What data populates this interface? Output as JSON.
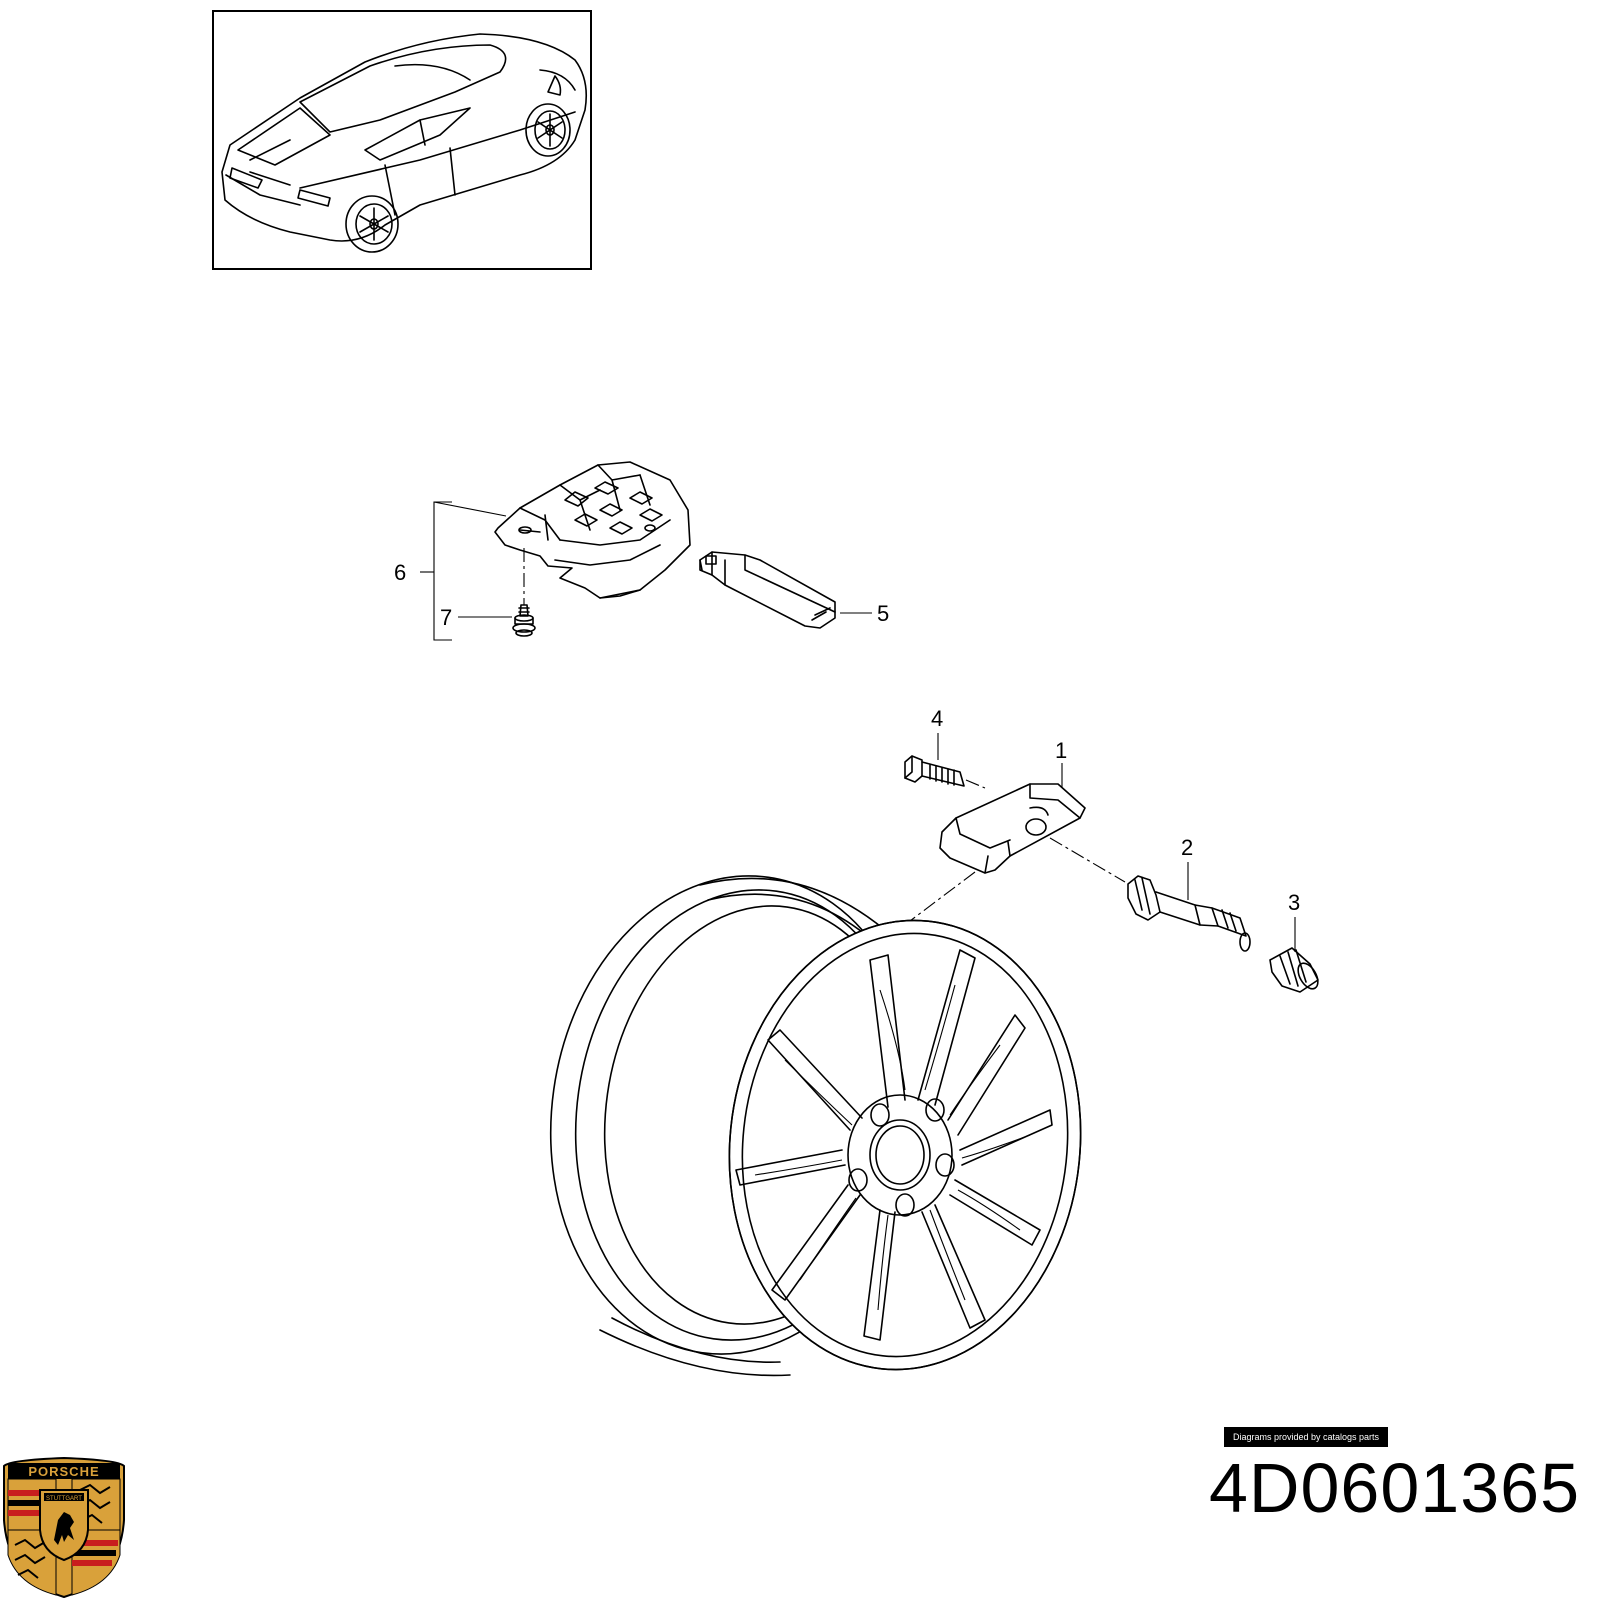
{
  "diagram": {
    "callouts": [
      {
        "id": "1",
        "label": "1"
      },
      {
        "id": "2",
        "label": "2"
      },
      {
        "id": "3",
        "label": "3"
      },
      {
        "id": "4",
        "label": "4"
      },
      {
        "id": "5",
        "label": "5"
      },
      {
        "id": "6",
        "label": "6"
      },
      {
        "id": "7",
        "label": "7"
      }
    ]
  },
  "credit": "Diagrams provided by catalogs parts",
  "part_number": "4D0601365",
  "logo": {
    "brand": "PORSCHE",
    "city": "STUTTGART",
    "icon": "porsche-crest-icon",
    "colors": {
      "gold": "#d9a13a",
      "red": "#c81e1e",
      "black": "#000000"
    }
  }
}
